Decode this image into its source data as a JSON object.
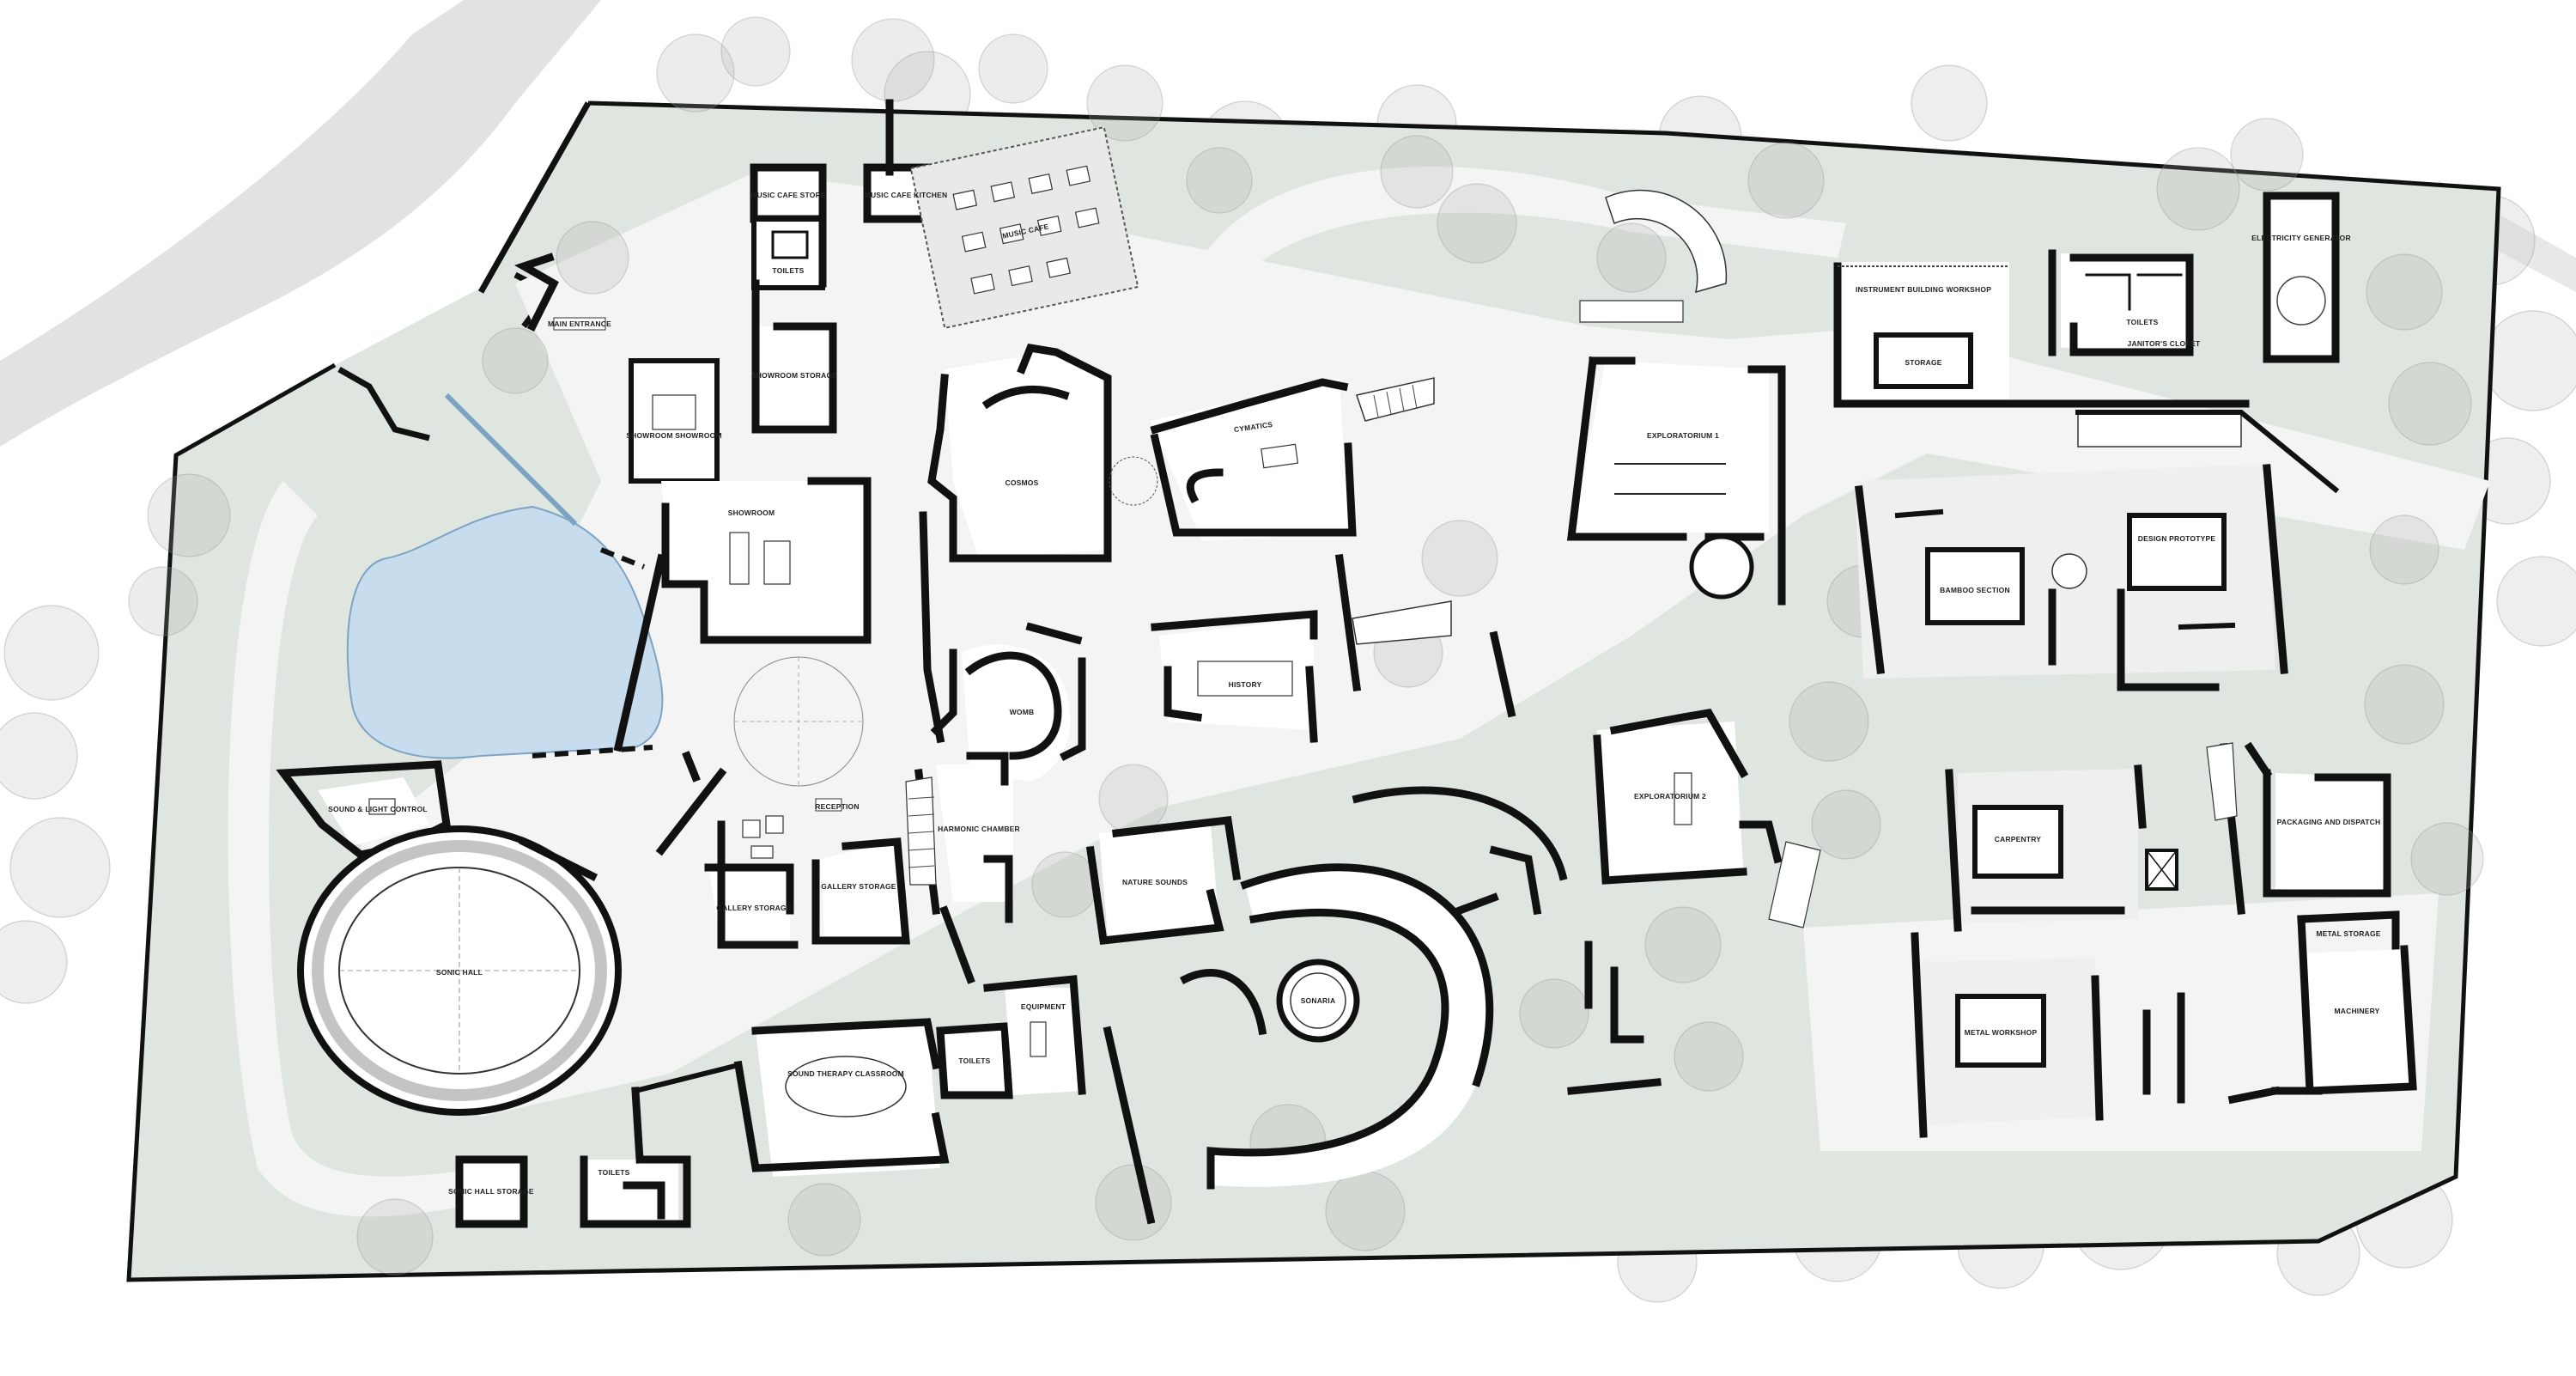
{
  "rooms": {
    "music_cafe_store": "MUSIC CAFE STORE",
    "music_cafe_kitchen": "MUSIC CAFE KITCHEN",
    "music_cafe": "MUSIC CAFE",
    "toilets_cafe": "TOILETS",
    "main_entrance": "MAIN ENTRANCE",
    "showroom_showroom": "SHOWROOM SHOWROOM",
    "showroom_storage": "SHOWROOM STORAGE",
    "showroom": "SHOWROOM",
    "cosmos": "COSMOS",
    "cymatics": "CYMATICS",
    "exploratorium_1": "EXPLORATORIUM 1",
    "instrument_workshop": "INSTRUMENT BUILDING WORKSHOP",
    "storage": "STORAGE",
    "toilets_ne": "TOILETS",
    "janitor_closet": "JANITOR'S CLOSET",
    "electricity_generator": "ELECTRICITY GENERATOR",
    "bamboo_section": "BAMBOO SECTION",
    "design_prototype": "DESIGN PROTOTYPE",
    "womb": "WOMB",
    "history": "HISTORY",
    "reception": "RECEPTION",
    "harmonic_chamber": "HARMONIC CHAMBER",
    "gallery_storage": "GALLERY STORAGE",
    "gallery_storage_2": "GALLERY STORAGE",
    "nature_sounds": "NATURE SOUNDS",
    "exploratorium_2": "EXPLORATORIUM 2",
    "carpentry": "CARPENTRY",
    "packaging_dispatch": "PACKAGING AND DISPATCH",
    "sound_control": "SOUND & LIGHT CONTROL",
    "sonic_hall": "SONIC HALL",
    "sonaria": "SONARIA",
    "sound_therapy": "SOUND THERAPY CLASSROOM",
    "toilets_mid": "TOILETS",
    "equipment": "EQUIPMENT",
    "metal_workshop": "METAL WORKSHOP",
    "metal_storage": "METAL STORAGE",
    "machinery": "MACHINERY",
    "sonic_hall_storage": "SONIC HALL STORAGE",
    "toilets_sw": "TOILETS"
  }
}
